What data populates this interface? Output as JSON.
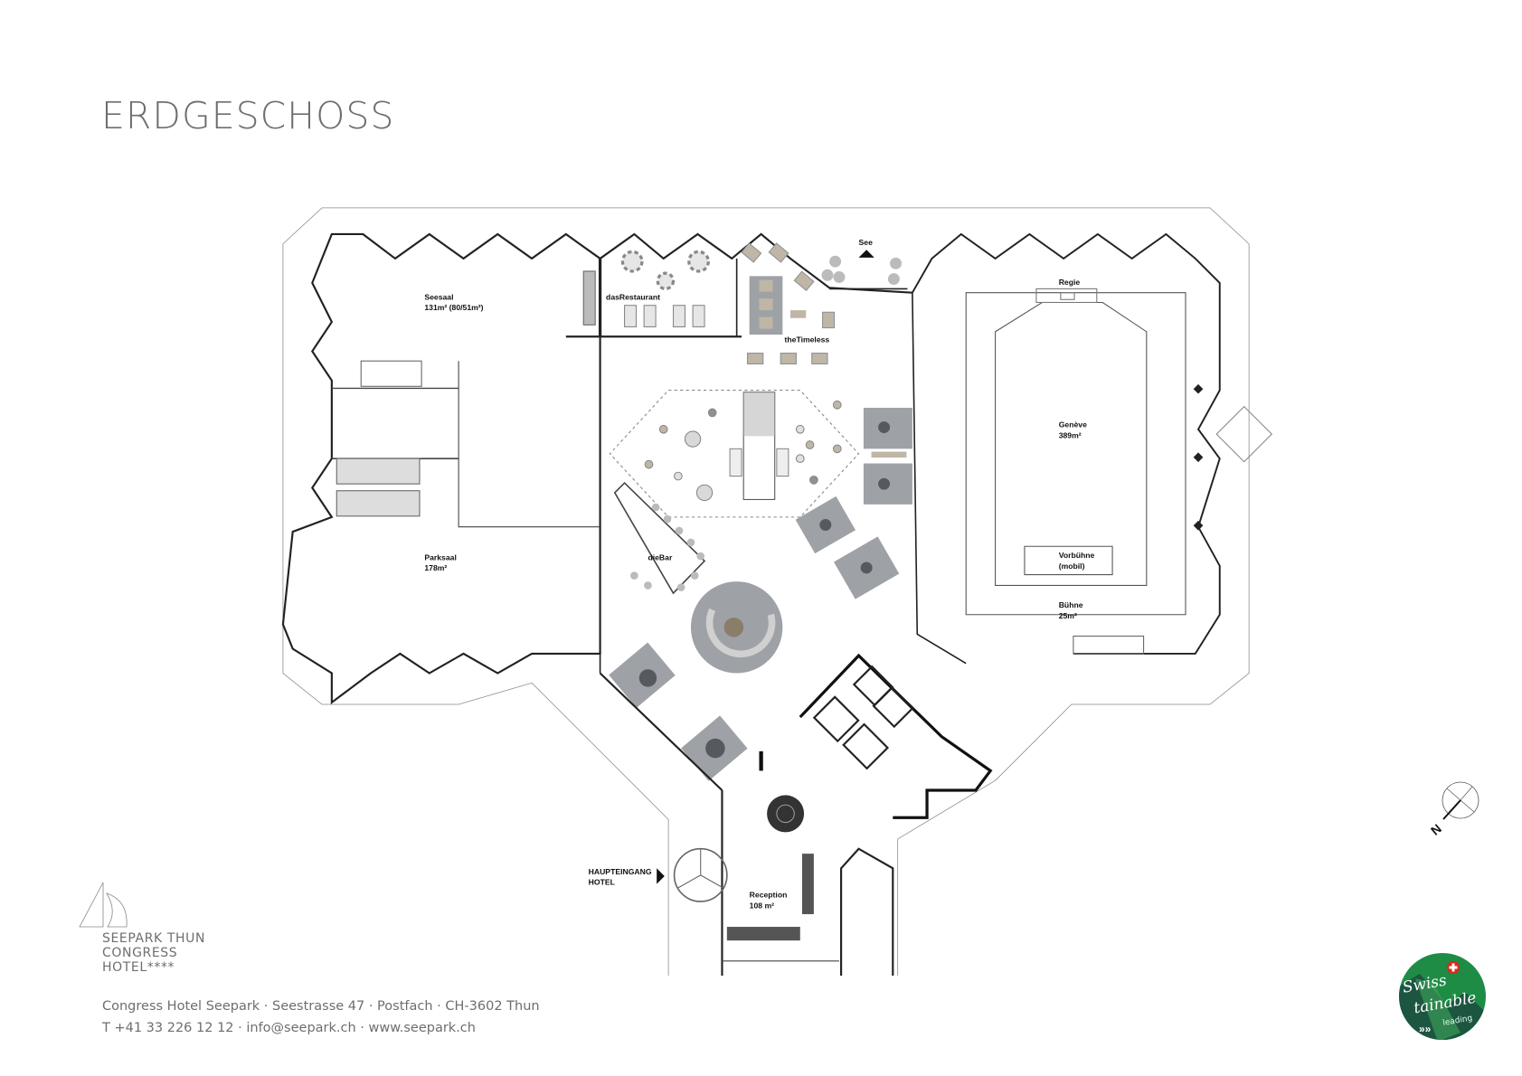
{
  "header": {
    "title": "ERDGESCHOSS"
  },
  "rooms": {
    "seesaal": {
      "name": "Seesaal",
      "area": "131m² (80/51m²)"
    },
    "restaurant": {
      "name": "dasRestaurant"
    },
    "timeless": {
      "name": "theTimeless"
    },
    "see": {
      "name": "See"
    },
    "regie": {
      "name": "Regie"
    },
    "geneve": {
      "name": "Genève",
      "area": "389m²"
    },
    "vorbuehne": {
      "name": "Vorbühne",
      "note": "(mobil)"
    },
    "buehne": {
      "name": "Bühne",
      "area": "25m²"
    },
    "bar": {
      "name": "dieBar"
    },
    "parksaal": {
      "name": "Parksaal",
      "area": "178m²"
    },
    "entrance": {
      "line1": "HAUPTEINGANG",
      "line2": "HOTEL"
    },
    "reception": {
      "name": "Reception",
      "area": "108 m²"
    }
  },
  "compass": {
    "label": "N"
  },
  "brand": {
    "line1": "SEEPARK THUN",
    "line2": "CONGRESS",
    "line3": "HOTEL****"
  },
  "footer": {
    "address": "Congress Hotel Seepark · Seestrasse 47 · Postfach · CH-3602 Thun",
    "contact": "T +41 33 226 12 12 · info@seepark.ch · www.seepark.ch"
  },
  "badge": {
    "word1": "Swiss",
    "word2": "tainable",
    "word3": "leading"
  },
  "colors": {
    "text_gray": "#6d6e70",
    "furniture": "#8e9196",
    "rug": "#9ea2a7",
    "table_beige": "#bfb6a6",
    "badge_green": "#1e8c45",
    "badge_dark": "#1d5640",
    "swiss_red": "#d52b1e"
  }
}
